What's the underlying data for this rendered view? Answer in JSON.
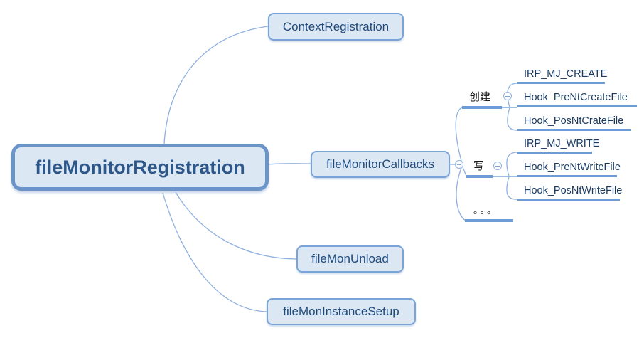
{
  "root_topic": {
    "label": "fileMonitorRegistration"
  },
  "main_topics": [
    {
      "label": "ContextRegistration"
    },
    {
      "label": "fileMonitorCallbacks"
    },
    {
      "label": "fileMonUnload"
    },
    {
      "label": "fileMonInstanceSetup"
    }
  ],
  "callbacks_subtopics": [
    {
      "label": "创建",
      "children": [
        {
          "label": "IRP_MJ_CREATE"
        },
        {
          "label": "Hook_PreNtCreateFile"
        },
        {
          "label": "Hook_PosNtCrateFile"
        }
      ]
    },
    {
      "label": "写",
      "children": [
        {
          "label": "IRP_MJ_WRITE"
        },
        {
          "label": "Hook_PreNtWriteFile"
        },
        {
          "label": "Hook_PosNtWriteFile"
        }
      ]
    },
    {
      "label": "。。。",
      "children": []
    }
  ],
  "icons": {
    "collapse": "minus-in-circle"
  },
  "colors": {
    "node_fill": "#dce7f4",
    "node_border": "#7aa3d8",
    "root_border": "#6b94c9",
    "root_text": "#2d5788",
    "topic_text": "#1e4a7d",
    "leaf_text": "#1a3a61",
    "topic_line": "#6d9cd6",
    "connector_curve": "#8fb0e0"
  }
}
